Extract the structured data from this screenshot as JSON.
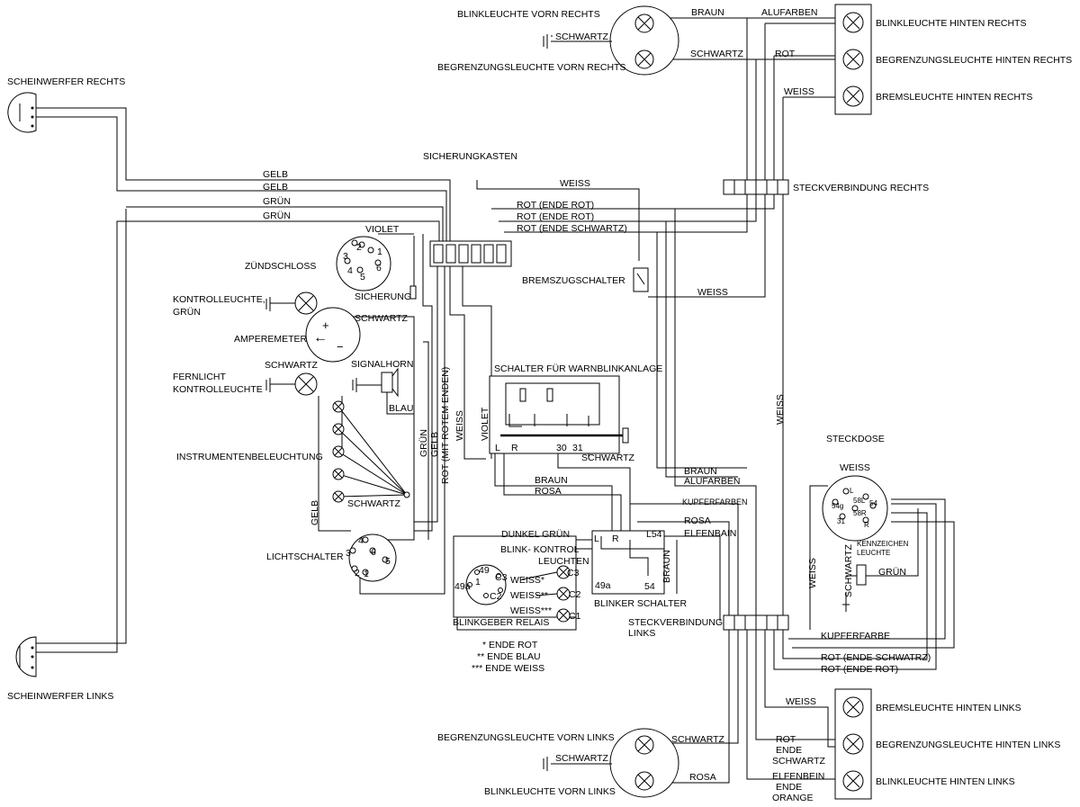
{
  "components": {
    "blink_vr": "BLINKLEUCHTE VORN RECHTS",
    "begr_vr": "BEGRENZUNGSLEUCHTE VORN RECHTS",
    "blink_hr": "BLINKLEUCHTE HINTEN RECHTS",
    "begr_hr": "BEGRENZUNGSLEUCHTE HINTEN RECHTS",
    "brems_hr": "BREMSLEUCHTE HINTEN RECHTS",
    "sw_right": "SCHEINWERFER RECHTS",
    "sw_left": "SCHEINWERFER LINKS",
    "sicherungskasten": "SICHERUNGKASTEN",
    "steck_rechts": "STECKVERBINDUNG RECHTS",
    "zuendschloss": "ZÜNDSCHLOSS",
    "kontroll_a": "KONTROLLEUCHTE,",
    "kontroll_b": "GRÜN",
    "sicherung": "SICHERUNG",
    "amperemeter": "AMPEREMETER",
    "fern_a": "FERNLICHT",
    "fern_b": "KONTROLLEUCHTE",
    "signalhorn": "SIGNALHORN",
    "instrument": "INSTRUMENTENBELEUCHTUNG",
    "lichtschalter": "LICHTSCHALTER",
    "bremszug": "BREMSZUGSCHALTER",
    "warnblink": "SCHALTER FÜR WARNBLINKANLAGE",
    "steckdose": "STECKDOSE",
    "kennz_a": "KENNZEICHEN",
    "kennz_b": "LEUCHTE",
    "blinkgeber": "BLINKGEBER RELAIS",
    "blinker_schalter": "BLINKER SCHALTER",
    "blink_kontrol_a": "BLINK- KONTROL",
    "blink_kontrol_b": "LEUCHTEN",
    "steck_links_a": "STECKVERBINDUNG",
    "steck_links_b": "LINKS",
    "begr_vl": "BEGRENZUNGSLEUCHTE VORN LINKS",
    "blink_vl": "BLINKLEUCHTE VORN LINKS",
    "brems_hl": "BREMSLEUCHTE HINTEN LINKS",
    "begr_hl": "BEGRENZUNGSLEUCHTE HINTEN LINKS",
    "blink_hl": "BLINKLEUCHTE HINTEN LINKS"
  },
  "wires": {
    "braun": "BRAUN",
    "alufarben": "ALUFARBEN",
    "schwartz": "SCHWARTZ",
    "rot": "ROT",
    "weiss": "WEISS",
    "gelb": "GELB",
    "gruen": "GRÜN",
    "violet": "VIOLET",
    "blau": "BLAU",
    "rosa": "ROSA",
    "kupferfarben": "KUPFERFARBEN",
    "kupferfarbe": "KUPFERFARBE",
    "elfenbain": "ELFENBAIN",
    "elfenbein": "ELFENBEIN",
    "dunkel_gruen": "DUNKEL GRÜN",
    "rot_ende_rot": "ROT (ENDE ROT)",
    "rot_ende_schwartz": "ROT (ENDE SCHWARTZ)",
    "rot_ende_schwatrz": "ROT (ENDE SCHWATRZ)",
    "rot_mit_roten": "ROT (MIT ROTEM ENDEN)",
    "ende": "ENDE",
    "orange": "ORANGE",
    "weiss_1": "WEISS*",
    "weiss_2": "WEISS**",
    "weiss_3": "WEISS***"
  },
  "terminals": {
    "c1": "C1",
    "c2": "C2",
    "c3": "C3",
    "t49": "49",
    "t49a": "49a",
    "t54": "54",
    "t30": "30",
    "t31": "31",
    "l": "L",
    "r": "R",
    "l54": "L54",
    "plus": "+",
    "minus": "−",
    "arrow": "←",
    "z1": "1",
    "z2": "2",
    "z3": "3",
    "z4": "4",
    "z5": "5",
    "z6": "6",
    "sd_l": "L",
    "sd_54g": "54g",
    "sd_58l": "58L",
    "sd_54": "54",
    "sd_58r": "58R",
    "sd_31": "31",
    "sd_r": "R"
  },
  "footnotes": {
    "n1": "*  ENDE ROT",
    "n2": "**  ENDE BLAU",
    "n3": "***  ENDE WEISS"
  }
}
